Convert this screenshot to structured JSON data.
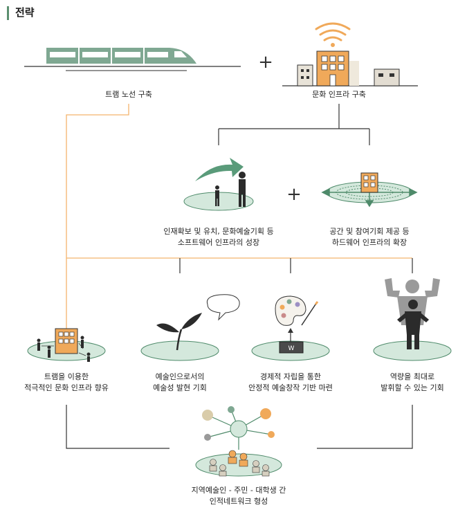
{
  "header": {
    "title": "전략"
  },
  "nodes": {
    "tram": {
      "label": "트램 노선 구축"
    },
    "culture": {
      "label": "문화 인프라 구축"
    },
    "software": {
      "line1": "인재확보 및 유치, 문화예술기획 등",
      "line2": "소프트웨어 인프라의 성장"
    },
    "hardware": {
      "line1": "공간 및 참여기회 제공 등",
      "line2": "하드웨어 인프라의 확장"
    },
    "outcome1": {
      "line1": "트램을 이용한",
      "line2": "적극적인 문화 인프라 향유"
    },
    "outcome2": {
      "line1": "예술인으로서의",
      "line2": "예술성 발현 기회"
    },
    "outcome3": {
      "line1": "경제적 자립을 통한",
      "line2": "안정적 예술창작 기반 마련"
    },
    "outcome4": {
      "line1": "역량을 최대로",
      "line2": "발휘할 수 있는 기회"
    },
    "network": {
      "line1": "지역예술인 - 주민 - 대학생 간",
      "line2": "인적네트워크 형성"
    }
  },
  "symbols": {
    "plus": "+",
    "money": "W"
  },
  "colors": {
    "orange": "#f0a95a",
    "green_light": "#d4e8dc",
    "green_dark": "#4e8a6a",
    "tram_body": "#7fa892",
    "dark": "#2b2b2b",
    "gray": "#9a9a9a",
    "line": "#333333",
    "orange_line": "#f3b46c"
  }
}
